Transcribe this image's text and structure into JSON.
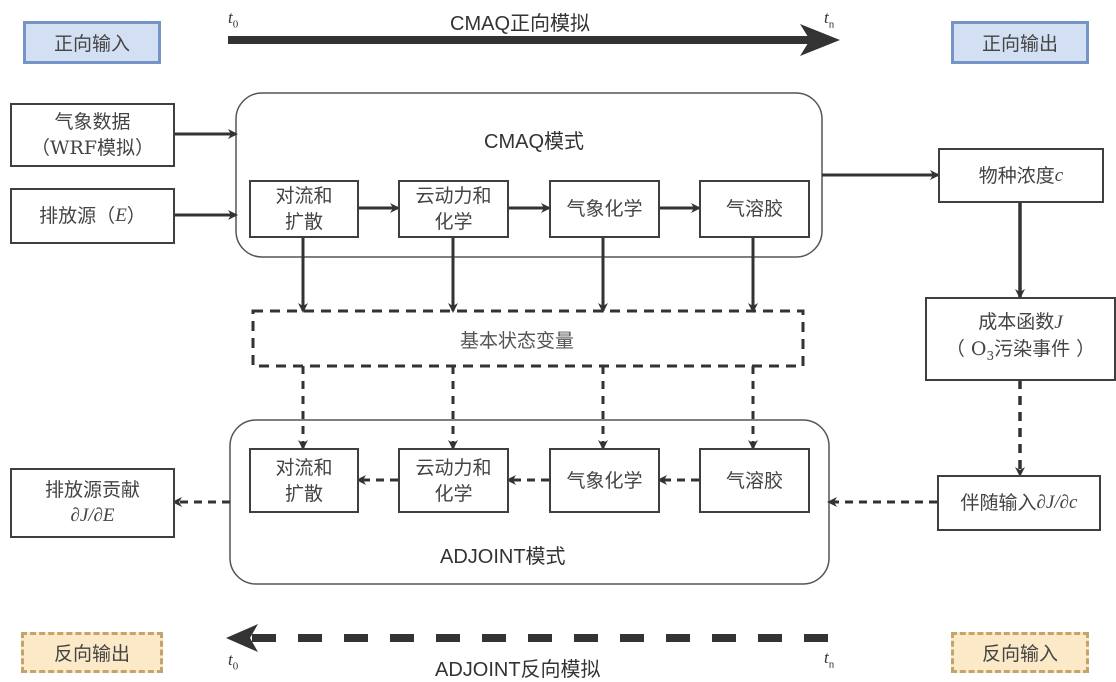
{
  "legend": {
    "forward_input": "正向输入",
    "forward_output": "正向输出",
    "backward_output": "反向输出",
    "backward_input": "反向输入"
  },
  "timeline": {
    "forward_title": "CMAQ正向模拟",
    "backward_title": "ADJOINT反向模拟",
    "t_start": "t",
    "t_start_sub": "0",
    "t_end": "t",
    "t_end_sub": "n"
  },
  "inputs": {
    "meteo_line1": "气象数据",
    "meteo_line2": "（WRF模拟）",
    "emission_prefix": "排放源（",
    "emission_var": "E",
    "emission_suffix": "）"
  },
  "cmaq": {
    "title": "CMAQ模式",
    "modules": [
      {
        "line1": "对流和",
        "line2": "扩散"
      },
      {
        "line1": "云动力和",
        "line2": "化学"
      },
      {
        "line1": "气象化学",
        "line2": ""
      },
      {
        "line1": "气溶胶",
        "line2": ""
      }
    ]
  },
  "state": {
    "label": "基本状态变量"
  },
  "adjoint": {
    "title": "ADJOINT模式",
    "modules": [
      {
        "line1": "对流和",
        "line2": "扩散"
      },
      {
        "line1": "云动力和",
        "line2": "化学"
      },
      {
        "line1": "气象化学",
        "line2": ""
      },
      {
        "line1": "气溶胶",
        "line2": ""
      }
    ]
  },
  "outputs": {
    "species_prefix": "物种浓度",
    "species_var": "c",
    "cost_prefix": "成本函数",
    "cost_var": "J",
    "cost_line2_open": "（ O",
    "cost_line2_sub": "3",
    "cost_line2_rest": "污染事件 ）",
    "adjoint_input_prefix": "伴随输入",
    "adjoint_input_expr": "∂J/∂c",
    "contribution_line1": "排放源贡献",
    "contribution_expr": "∂J/∂E"
  },
  "colors": {
    "forward_fill": "#d3e0f3",
    "forward_border": "#7595c8",
    "backward_fill": "#fbe9c8",
    "backward_border": "#c3a56c",
    "arrow": "#333333"
  }
}
